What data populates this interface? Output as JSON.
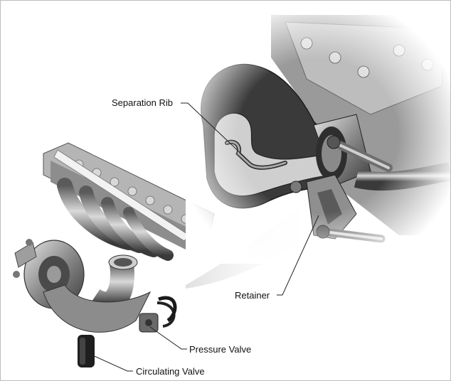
{
  "labels": {
    "separation_rib": "Separation Rib",
    "retainer": "Retainer",
    "pressure_valve": "Pressure Valve",
    "circulating_valve": "Circulating Valve"
  },
  "colors": {
    "background": "#ffffff",
    "metal_dark": "#3a3a3a",
    "metal_mid": "#7a7a7a",
    "metal_light": "#c8c8c8",
    "callout_line": "#222222"
  }
}
